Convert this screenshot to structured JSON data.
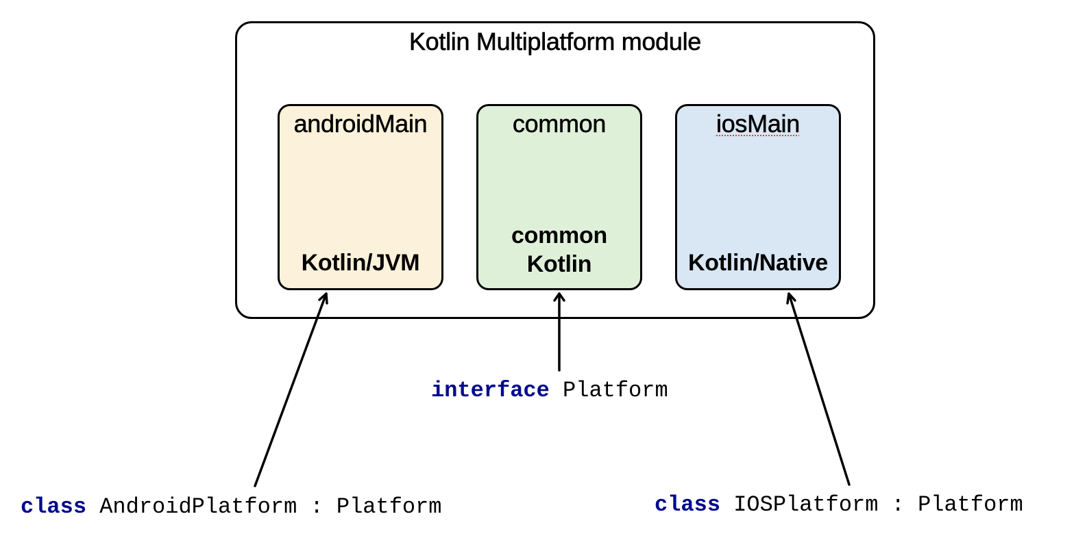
{
  "module": {
    "title": "Kotlin Multiplatform module"
  },
  "source_sets": [
    {
      "name": "androidMain",
      "target": "Kotlin/JVM",
      "color": "#fcf1da"
    },
    {
      "name": "common",
      "target": "common\nKotlin",
      "color": "#dff0d9"
    },
    {
      "name": "iosMain",
      "target": "Kotlin/Native",
      "color": "#d9e6f3"
    }
  ],
  "code": {
    "interface": {
      "keyword": "interface",
      "rest": " Platform"
    },
    "android": {
      "keyword": "class",
      "rest": " AndroidPlatform : Platform"
    },
    "ios": {
      "keyword": "class",
      "rest": " IOSPlatform : Platform"
    }
  },
  "colors": {
    "keyword": "#000a8c",
    "border": "#000000"
  }
}
